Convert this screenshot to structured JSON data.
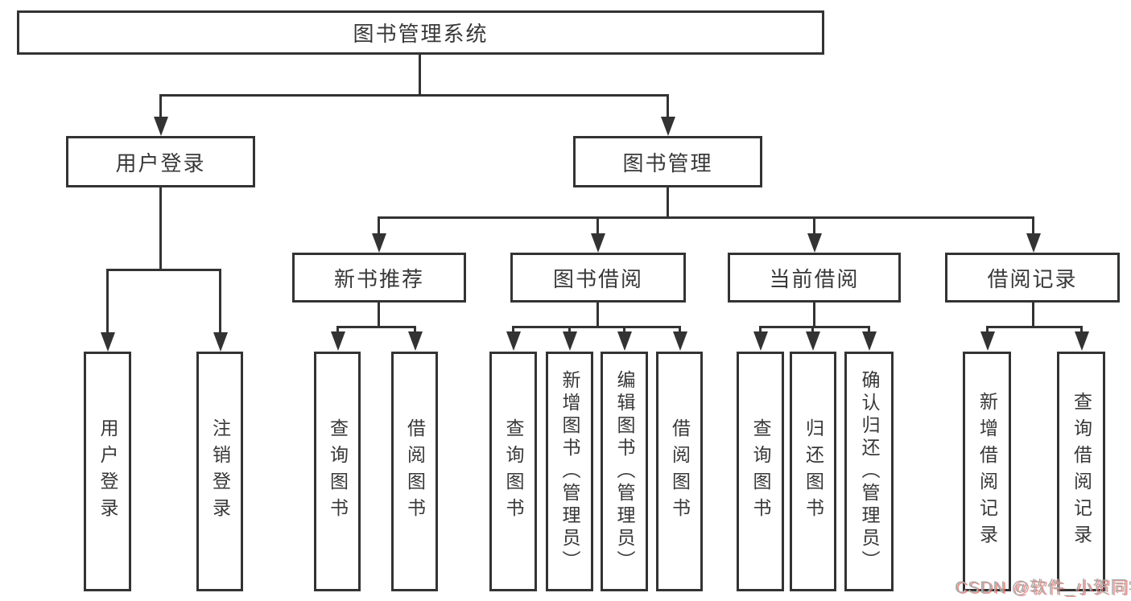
{
  "colors": {
    "line": "#333333",
    "text": "#383838",
    "background": "#ffffff",
    "watermark_gray": "#ababab",
    "watermark_red": "#e96e64"
  },
  "tree": {
    "label": "图书管理系统",
    "children": [
      {
        "label": "用户登录",
        "children": [
          {
            "label": "用户登录"
          },
          {
            "label": "注销登录"
          }
        ]
      },
      {
        "label": "图书管理",
        "children": [
          {
            "label": "新书推荐",
            "children": [
              {
                "label": "查询图书"
              },
              {
                "label": "借阅图书"
              }
            ]
          },
          {
            "label": "图书借阅",
            "children": [
              {
                "label": "查询图书"
              },
              {
                "label": "新增图书（管理员）"
              },
              {
                "label": "编辑图书（管理员）"
              },
              {
                "label": "借阅图书"
              }
            ]
          },
          {
            "label": "当前借阅",
            "children": [
              {
                "label": "查询图书"
              },
              {
                "label": "归还图书"
              },
              {
                "label": "确认归还（管理员）"
              }
            ]
          },
          {
            "label": "借阅记录",
            "children": [
              {
                "label": "新增借阅记录"
              },
              {
                "label": "查询借阅记录"
              }
            ]
          }
        ]
      }
    ]
  },
  "watermark": {
    "text": "CSDN @软件_小贺同学"
  }
}
